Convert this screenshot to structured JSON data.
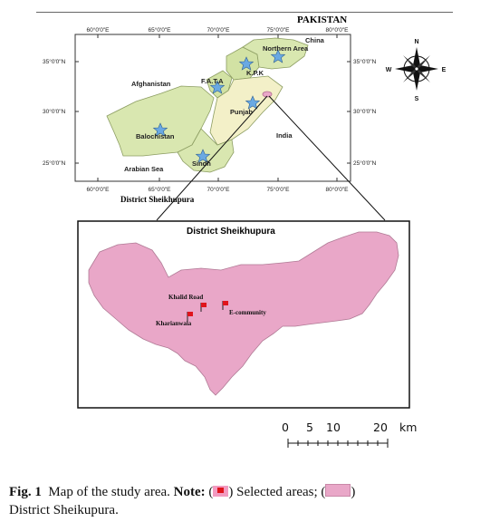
{
  "country_title": "PAKISTAN",
  "top_axis": [
    "60°0'0\"E",
    "65°0'0\"E",
    "70°0'0\"E",
    "75°0'0\"E",
    "80°0'0\"E"
  ],
  "bottom_axis": [
    "60°0'0\"E",
    "65°0'0\"E",
    "70°0'0\"E",
    "75°0'0\"E",
    "80°0'0\"E"
  ],
  "left_axis": [
    "35°0'0\"N",
    "30°0'0\"N",
    "25°0'0\"N"
  ],
  "right_axis": [
    "35°0'0\"N",
    "30°0'0\"N",
    "25°0'0\"N"
  ],
  "country_labels": {
    "china": "China",
    "afghanistan": "Afghanistan",
    "india": "India",
    "arabian_sea": "Arabian Sea"
  },
  "province_labels": {
    "northern_area": "Northern Area",
    "kpk": "K.P.K",
    "fata": "F.A.T.A",
    "punjab": "Punjab",
    "balochistan": "Balochistan",
    "sindh": "Sindh"
  },
  "district_map_label": "District Sheikhupura",
  "compass": {
    "n": "N",
    "e": "E",
    "s": "S",
    "w": "W"
  },
  "inset": {
    "title": "District Sheikhupura",
    "sites": [
      "Khalid Road",
      "E-community",
      "Kharianwala"
    ]
  },
  "scale_bar": {
    "ticks": [
      "0",
      "5",
      "10",
      "20"
    ],
    "unit": "km"
  },
  "colors": {
    "district_fill": "#e9a7c8",
    "province_fill": "#d9e7b0",
    "punjab_fill": "#f3f0c8",
    "flag": "#e0141c",
    "star": "#6aa9e3"
  },
  "caption": {
    "fig": "Fig. 1",
    "text": "Map of the study area.",
    "note_label": "Note:",
    "selected": ") Selected areas; (",
    "district": "District Sheikupura."
  }
}
